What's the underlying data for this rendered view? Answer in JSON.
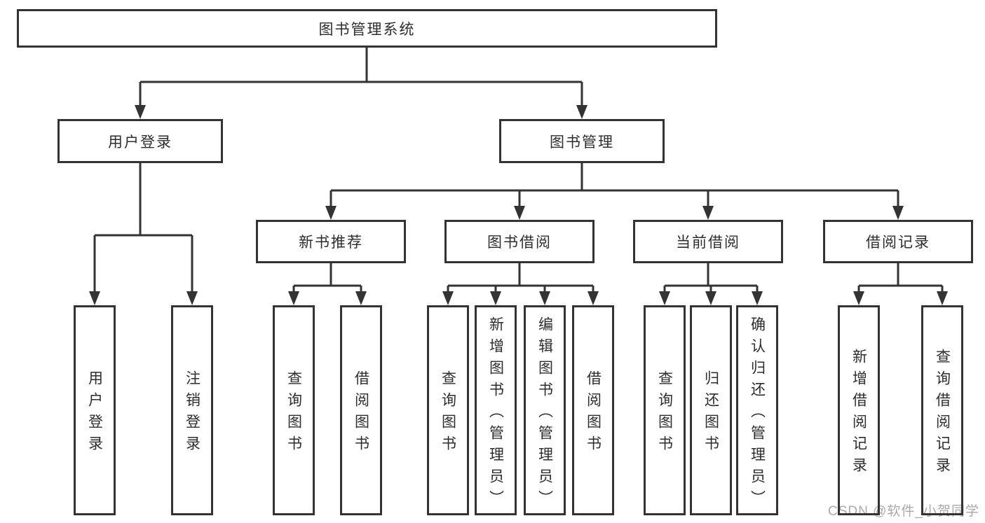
{
  "diagram": {
    "root": "图书管理系统",
    "branches": [
      {
        "label": "用户登录",
        "children": [
          "用户登录",
          "注销登录"
        ]
      },
      {
        "label": "图书管理",
        "groups": [
          {
            "label": "新书推荐",
            "children": [
              "查询图书",
              "借阅图书"
            ]
          },
          {
            "label": "图书借阅",
            "children": [
              "查询图书",
              "新增图书（管理员）",
              "编辑图书（管理员）",
              "借阅图书"
            ]
          },
          {
            "label": "当前借阅",
            "children": [
              "查询图书",
              "归还图书",
              "确认归还（管理员）"
            ]
          },
          {
            "label": "借阅记录",
            "children": [
              "新增借阅记录",
              "查询借阅记录"
            ]
          }
        ]
      }
    ]
  },
  "colors": {
    "line": "#333333",
    "text": "#2d2d2d",
    "watermark": "#a9a9a9",
    "background": "#ffffff"
  },
  "watermark": "CSDN @软件_小贺同学"
}
